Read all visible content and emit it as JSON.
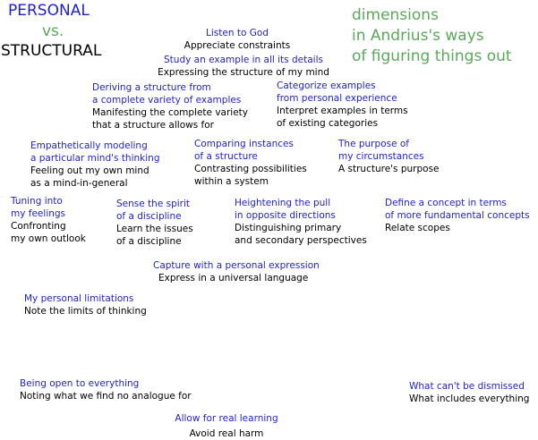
{
  "header": {
    "personal": "PERSONAL",
    "vs": "vs.",
    "structural": "STRUCTURAL"
  },
  "subtitle": {
    "lines": [
      "dimensions",
      "in Andrius's ways",
      "of figuring things out"
    ]
  },
  "colors": {
    "personal": "#1f1fd0",
    "structural": "#000000",
    "subtitle": "#5aa85a"
  },
  "pairs": {
    "listen": {
      "personal": [
        "Listen to God"
      ],
      "structural": [
        "Appreciate constraints"
      ]
    },
    "study": {
      "personal": [
        "Study an example in all its details"
      ],
      "structural": [
        "Expressing the structure of my mind"
      ]
    },
    "deriving": {
      "personal": [
        "Deriving a structure from",
        "a complete variety of examples"
      ],
      "structural": [
        "Manifesting the complete variety",
        "that a structure allows for"
      ]
    },
    "categorize": {
      "personal": [
        "Categorize examples",
        "from personal experience"
      ],
      "structural": [
        "Interpret examples in terms",
        "of existing categories"
      ]
    },
    "empathetic": {
      "personal": [
        "Empathetically modeling",
        "a particular mind's thinking"
      ],
      "structural": [
        "Feeling out my own mind",
        "as a mind-in-general"
      ]
    },
    "comparing": {
      "personal": [
        "Comparing instances",
        "of a structure"
      ],
      "structural": [
        "Contrasting possibilities",
        "within a system"
      ]
    },
    "purpose": {
      "personal": [
        "The purpose of",
        "my circumstances"
      ],
      "structural": [
        "A structure's purpose"
      ]
    },
    "tuning": {
      "personal": [
        "Tuning into",
        "my feelings"
      ],
      "structural": [
        "Confronting",
        "my own outlook"
      ]
    },
    "sense": {
      "personal": [
        "Sense the spirit",
        "of a discipline"
      ],
      "structural": [
        "Learn the issues",
        "of a discipline"
      ]
    },
    "heightening": {
      "personal": [
        "Heightening the pull",
        "in opposite directions"
      ],
      "structural": [
        "Distinguishing primary",
        "and secondary perspectives"
      ]
    },
    "define": {
      "personal": [
        "Define a concept in terms",
        "of more fundamental concepts"
      ],
      "structural": [
        "Relate scopes"
      ]
    },
    "capture": {
      "personal": [
        "Capture with a personal expression"
      ],
      "structural": [
        "Express in a universal language"
      ]
    },
    "limitations": {
      "personal": [
        "My personal limitations"
      ],
      "structural": [
        "Note the limits of thinking"
      ]
    },
    "open": {
      "personal": [
        "Being open to everything"
      ],
      "structural": [
        "Noting what we find no analogue for"
      ]
    },
    "dismissed": {
      "personal": [
        "What can't be dismissed"
      ],
      "structural": [
        "What includes everything"
      ]
    },
    "learning": {
      "personal": [
        "Allow for real learning"
      ],
      "structural": [
        "Avoid real harm"
      ]
    }
  }
}
